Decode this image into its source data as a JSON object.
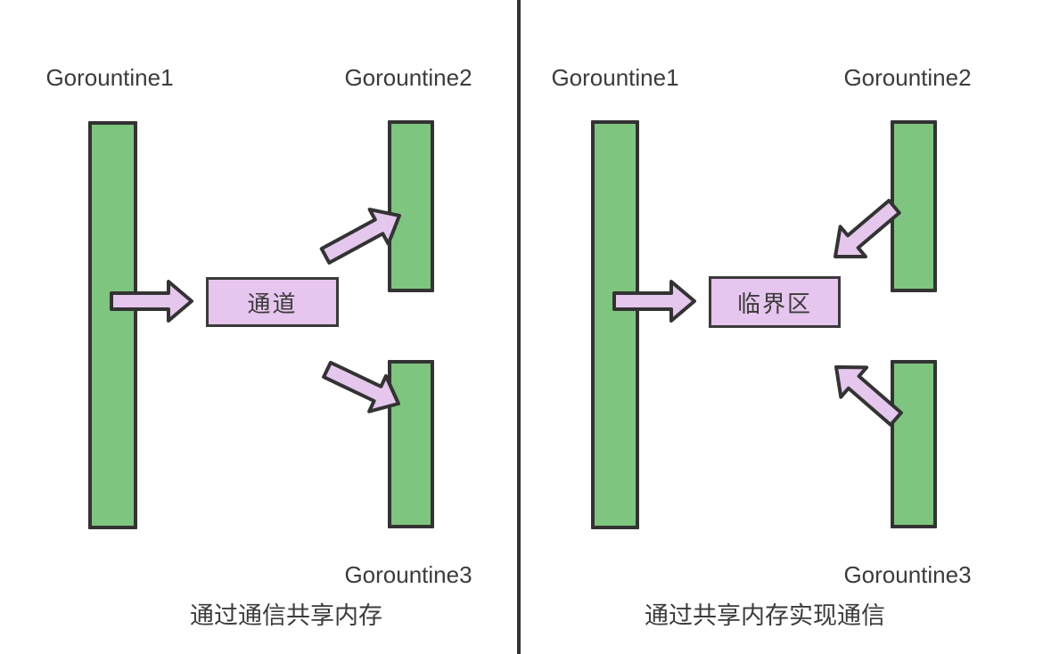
{
  "colors": {
    "background": "#ffffff",
    "bar_fill": "#7ec57f",
    "bar_border": "#333333",
    "box_fill": "#e6c5ee",
    "box_border": "#3a3a3a",
    "arrow_fill": "#e5c7ee",
    "arrow_border": "#333333",
    "text": "#3b3b3b",
    "divider": "#333333"
  },
  "panels": [
    {
      "side": "left",
      "goroutines": {
        "g1": "Gorountine1",
        "g2": "Gorountine2",
        "g3": "Gorountine3"
      },
      "box_label": "通道",
      "caption": "通过通信共享内存",
      "arrows": [
        "arrow-goroutine1-to-channel-right",
        "arrow-channel-to-goroutine2-up-right",
        "arrow-channel-to-goroutine3-down-right"
      ]
    },
    {
      "side": "right",
      "goroutines": {
        "g1": "Gorountine1",
        "g2": "Gorountine2",
        "g3": "Gorountine3"
      },
      "box_label": "临界区",
      "caption": "通过共享内存实现通信",
      "arrows": [
        "arrow-goroutine1-to-critical-section-right",
        "arrow-goroutine2-to-critical-section-down-left",
        "arrow-goroutine3-to-critical-section-up-left"
      ]
    }
  ]
}
